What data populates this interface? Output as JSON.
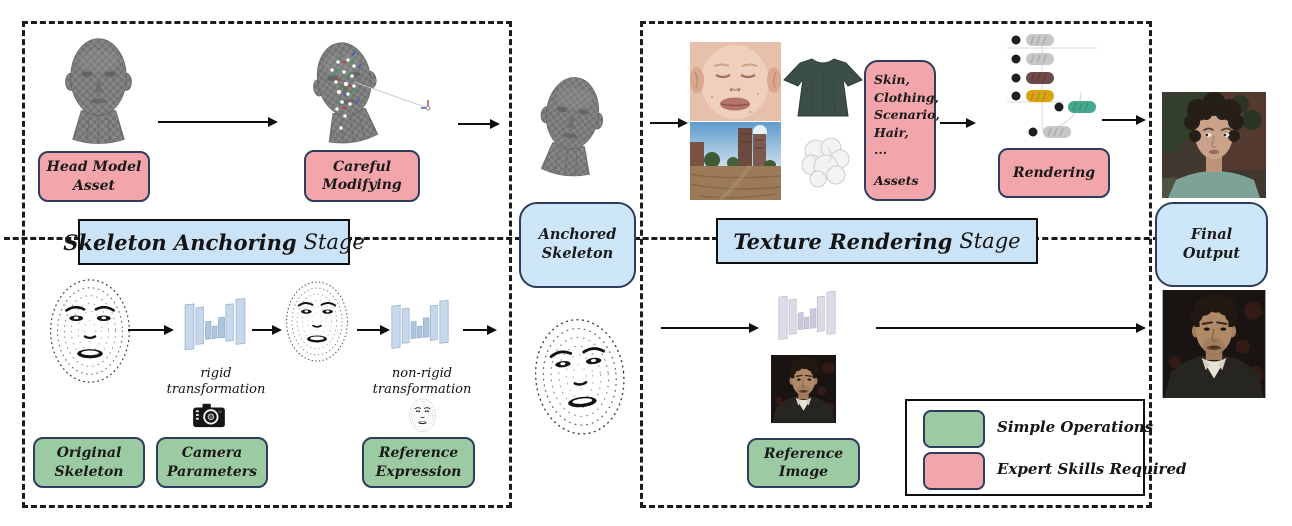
{
  "colors": {
    "pink_box": "#f2a5ab",
    "green_box": "#9ccaa2",
    "blue_connector_box": "#cde7f8",
    "stage_title_blue": "#cbe3f6",
    "navy_border": "#2e3d5e",
    "node_gray": "#c9c6c9",
    "node_maroon": "#6e4a49",
    "node_amber": "#dca311",
    "node_green": "#45a88c"
  },
  "stage1": {
    "title": {
      "bold": "Skeleton Anchoring",
      "tail": "Stage"
    },
    "head_model_asset": [
      "Head Model",
      "Asset"
    ],
    "careful_modifying": [
      "Careful",
      "Modifying"
    ],
    "original_skeleton": [
      "Original",
      "Skeleton"
    ],
    "camera_parameters": [
      "Camera",
      "Parameters"
    ],
    "reference_expression": [
      "Reference",
      "Expression"
    ],
    "rigid_label": [
      "rigid",
      "transformation"
    ],
    "non_rigid_label": [
      "non-rigid",
      "transformation"
    ]
  },
  "connector": {
    "anchored_skeleton": [
      "Anchored",
      "Skeleton"
    ]
  },
  "stage2": {
    "title": {
      "bold": "Texture Rendering",
      "tail": "Stage"
    },
    "assets_lines": [
      "Skin,",
      "Clothing,",
      "Scenario,",
      "Hair,",
      "...",
      "Assets"
    ],
    "rendering": "Rendering",
    "reference_image": [
      "Reference",
      "Image"
    ]
  },
  "output": {
    "final_output": [
      "Final",
      "Output"
    ]
  },
  "legend": {
    "simple": "Simple Operations",
    "expert": "Expert Skills Required"
  }
}
